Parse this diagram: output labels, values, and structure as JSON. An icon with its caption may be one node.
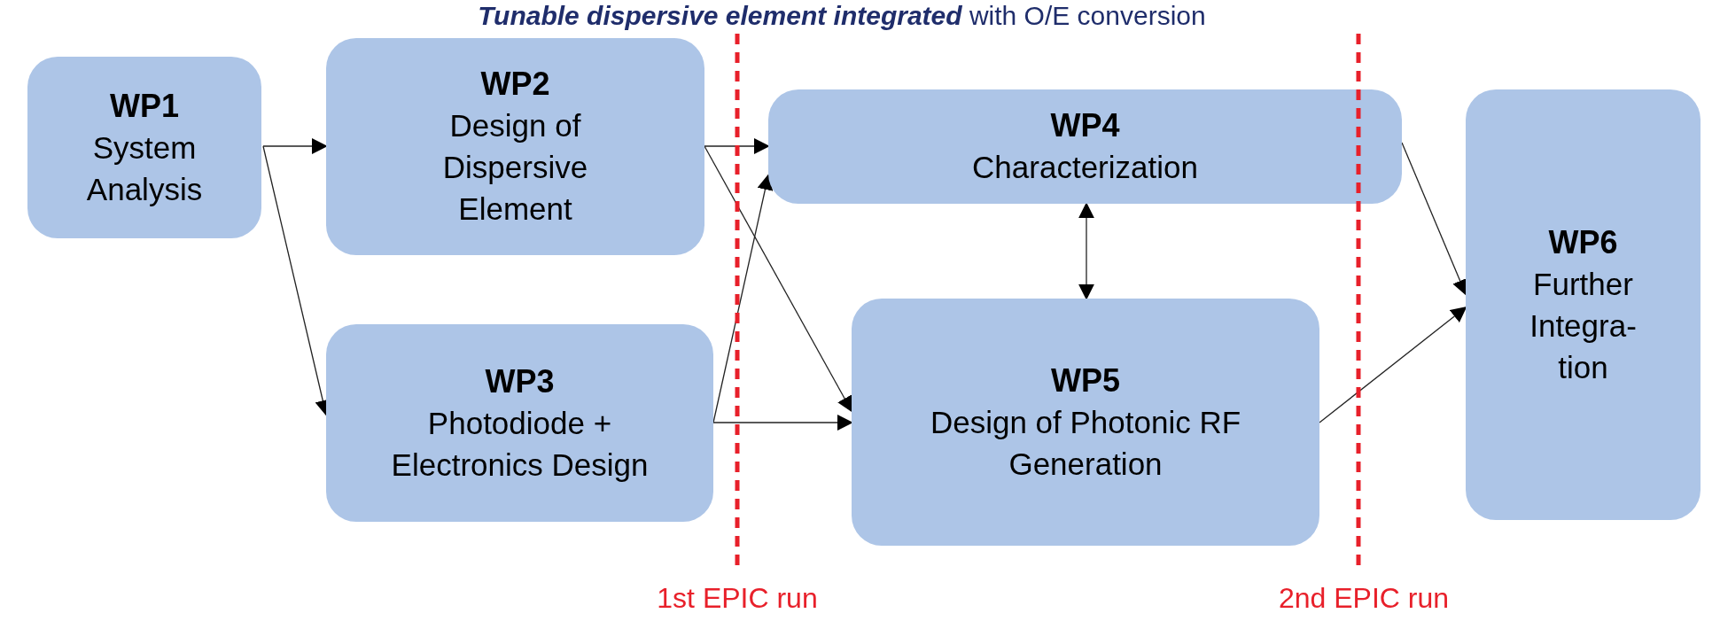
{
  "diagram": {
    "title": "**Tunable dispersive element integrated** with O/E conversion",
    "nodes": [
      {
        "text": [
          "WP1",
          "System Analysis"
        ]
      },
      {
        "text": [
          "WP2",
          "Design of Dispersive Element"
        ]
      },
      {
        "text": [
          "WP3",
          "Photodiode + Electronics Design"
        ]
      },
      {
        "text": [
          "WP4",
          "Characterization"
        ]
      },
      {
        "text": [
          "WP5",
          "Design of Photonic RF Generation"
        ]
      },
      {
        "text": [
          "WP6",
          "Further Integra- tion"
        ]
      }
    ],
    "edges": [
      {
        "from": 0,
        "to": 1,
        "arrow": "to"
      },
      {
        "from": 0,
        "to": 2,
        "arrow": "to"
      },
      {
        "from": 1,
        "to": 3,
        "arrow": "to"
      },
      {
        "from": 1,
        "to": 4,
        "arrow": "to"
      },
      {
        "from": 2,
        "to": 3,
        "arrow": "to"
      },
      {
        "from": 2,
        "to": 4,
        "arrow": "to"
      },
      {
        "from": 3,
        "to": 4,
        "arrow": "both"
      },
      {
        "from": 3,
        "to": 5,
        "arrow": "to"
      },
      {
        "from": 4,
        "to": 5,
        "arrow": "to"
      }
    ],
    "labels": [
      "1st EPIC run",
      "2nd EPIC run"
    ]
  }
}
